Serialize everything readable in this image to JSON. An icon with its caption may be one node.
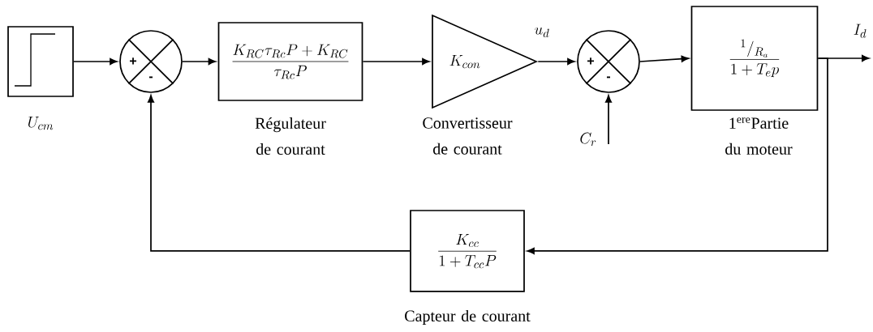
{
  "diagram": {
    "nodes": [
      {
        "text": [],
        "shape": "box",
        "beside": [
          "U_{cm}"
        ]
      },
      {
        "text": [
          "+",
          "-"
        ]
      },
      {
        "text": [
          "\\frac{K_{RC}\\tau_{Rc}P + K_{RC}}{\\tau_{Rc}P}"
        ],
        "beside": [
          "Régulateur de courant"
        ]
      },
      {
        "text": [
          "K_{con}"
        ],
        "beside": [
          "Convertisseur de courant"
        ]
      },
      {
        "text": [
          "+",
          "-"
        ]
      },
      {
        "text": [
          "\\frac{{}^{1}/_{R_a}}{1+T_e p}"
        ],
        "beside": [
          "1$^{ere}$Partie du moteur"
        ]
      },
      {
        "text": [
          "\\frac{K_{cc}}{1+T_{cc}P}"
        ],
        "beside": [
          "Capteur de courant"
        ]
      }
    ],
    "edges": [
      {
        "from": 0,
        "to": 1,
        "arrow": "to"
      },
      {
        "from": 1,
        "to": 2,
        "arrow": "to"
      },
      {
        "from": 2,
        "to": 3,
        "arrow": "to"
      },
      {
        "from": 3,
        "to": 4,
        "arrow": "to",
        "label": "u_d"
      },
      {
        "from": null,
        "to": 4,
        "arrow": "to",
        "label": "C_r"
      },
      {
        "from": 4,
        "to": 5,
        "arrow": "to"
      },
      {
        "from": 5,
        "to": null,
        "arrow": "to",
        "label": "I_d"
      },
      {
        "from": 5,
        "to": 6,
        "arrow": "to"
      },
      {
        "from": 6,
        "to": 1,
        "arrow": "to"
      }
    ]
  }
}
